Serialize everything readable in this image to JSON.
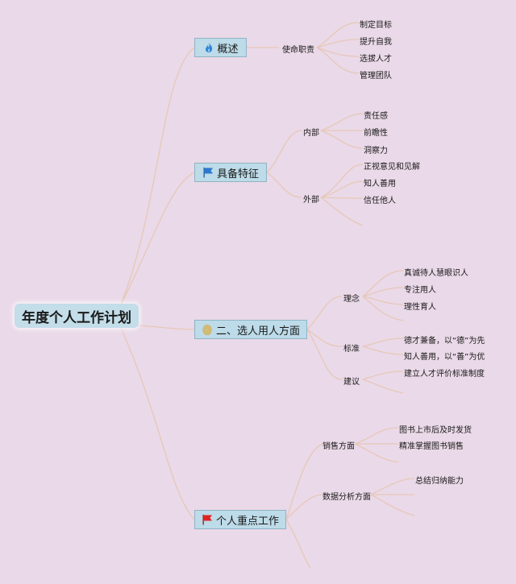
{
  "title": "年度个人工作计划",
  "branches": [
    {
      "label": "概述",
      "icon": "fire-icon",
      "groups": [
        {
          "label": "使命职责",
          "items": [
            "制定目标",
            "提升自我",
            "选拔人才",
            "管理团队"
          ]
        }
      ]
    },
    {
      "label": "具备特征",
      "icon": "blue-flag-icon",
      "groups": [
        {
          "label": "内部",
          "items": [
            "责任感",
            "前瞻性",
            "洞察力"
          ]
        },
        {
          "label": "外部",
          "items": [
            "正视意见和见解",
            "知人善用",
            "信任他人"
          ]
        }
      ]
    },
    {
      "label": "二、选人用人方面",
      "icon": "fingerprint-icon",
      "groups": [
        {
          "label": "理念",
          "items": [
            "真诚待人慧眼识人",
            "专注用人",
            "理性育人"
          ]
        },
        {
          "label": "标准",
          "items": [
            "德才兼备，以“德”为先",
            "知人善用，以“善”为优"
          ]
        },
        {
          "label": "建议",
          "items": [
            "建立人才评价标准制度"
          ]
        }
      ]
    },
    {
      "label": "个人重点工作",
      "icon": "red-flag-icon",
      "groups": [
        {
          "label": "销售方面",
          "items": [
            "图书上市后及时发货",
            "精准掌握图书销售"
          ]
        },
        {
          "label": "数据分析方面",
          "items": [
            "总结归纳能力"
          ]
        }
      ]
    }
  ],
  "colors": {
    "background": "#ead9e8",
    "node_fill": "#bddbe8",
    "node_border": "#8fb4c6",
    "connector": "#e6c8b8"
  }
}
